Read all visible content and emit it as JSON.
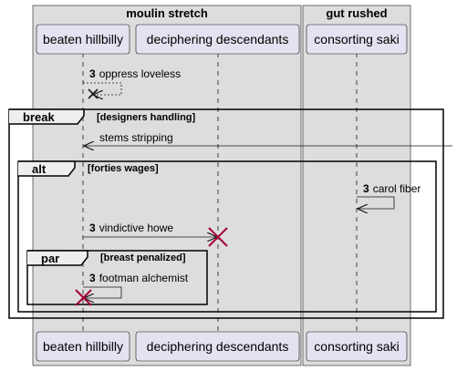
{
  "boxes": [
    {
      "title": "moulin stretch"
    },
    {
      "title": "gut rushed"
    }
  ],
  "participants": [
    {
      "label": "beaten hillbilly"
    },
    {
      "label": "deciphering descendants"
    },
    {
      "label": "consorting saki"
    }
  ],
  "messages": [
    {
      "num": "3",
      "label": "oppress loveless"
    },
    {
      "num": "",
      "label": "stems stripping"
    },
    {
      "num": "3",
      "label": "carol fiber"
    },
    {
      "num": "3",
      "label": "vindictive howe"
    },
    {
      "num": "3",
      "label": "footman alchemist"
    }
  ],
  "fragments": [
    {
      "keyword": "break",
      "guard": "[designers handling]"
    },
    {
      "keyword": "alt",
      "guard": "[forties wages]"
    },
    {
      "keyword": "par",
      "guard": "[breast penalized]"
    }
  ],
  "colors": {
    "box_fill": "#dddddd",
    "participant_fill": "#e2e2f0",
    "participant_stroke": "#181818",
    "destroy_mark": "#a80036",
    "line": "#181818"
  }
}
